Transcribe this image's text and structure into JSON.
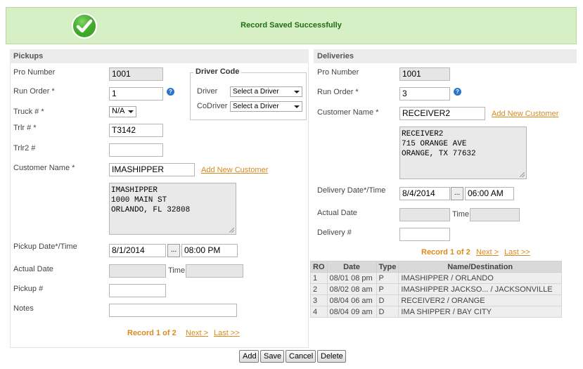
{
  "banner": {
    "message": "Record Saved Successfully"
  },
  "pickups": {
    "title": "Pickups",
    "pro_number": {
      "label": "Pro Number",
      "value": "1001"
    },
    "run_order": {
      "label": "Run Order *",
      "value": "1"
    },
    "truck": {
      "label": "Truck # *",
      "value": "N/A"
    },
    "trlr": {
      "label": "Trlr # *",
      "value": "T3142"
    },
    "trlr2": {
      "label": "Trlr2 #",
      "value": ""
    },
    "customer": {
      "label": "Customer Name *",
      "value": "IMASHIPPER",
      "add_link": "Add New Customer"
    },
    "address": "IMASHIPPER\n1000 MAIN ST\nORLANDO, FL 32808",
    "pickup_dt": {
      "label": "Pickup Date*/Time",
      "date": "8/1/2014",
      "time": "08:00 PM",
      "btn": "..."
    },
    "actual_date": {
      "label": "Actual Date",
      "time_label": "Time"
    },
    "pickup_no": {
      "label": "Pickup #"
    },
    "notes": {
      "label": "Notes"
    },
    "record": {
      "text": "Record 1 of 2",
      "next": "Next >",
      "last": "Last >>"
    }
  },
  "driver_code": {
    "title": "Driver Code",
    "driver": {
      "label": "Driver",
      "value": "Select a Driver"
    },
    "codriver": {
      "label": "CoDriver",
      "value": "Select a Driver"
    }
  },
  "deliveries": {
    "title": "Deliveries",
    "pro_number": {
      "label": "Pro Number",
      "value": "1001"
    },
    "run_order": {
      "label": "Run Order *",
      "value": "3"
    },
    "customer": {
      "label": "Customer Name *",
      "value": "RECEIVER2",
      "add_link": "Add New Customer"
    },
    "address": "RECEIVER2\n715 ORANGE AVE\nORANGE, TX 77632",
    "delivery_dt": {
      "label": "Delivery Date*/Time",
      "date": "8/4/2014",
      "time": "06:00 AM",
      "btn": "..."
    },
    "actual_date": {
      "label": "Actual Date",
      "time_label": "Time"
    },
    "delivery_no": {
      "label": "Delivery #"
    },
    "record": {
      "text": "Record 1 of 2",
      "next": "Next >",
      "last": "Last >>"
    }
  },
  "stops_table": {
    "headers": [
      "RO",
      "Date",
      "Type",
      "Name/Destination"
    ],
    "rows": [
      [
        "1",
        "08/01 08 pm",
        "P",
        "IMASHIPPER / ORLANDO"
      ],
      [
        "2",
        "08/02 08 am",
        "P",
        "IMASHIPPER JACKSO... / JACKSONVILLE"
      ],
      [
        "3",
        "08/04 06 am",
        "D",
        "RECEIVER2 / ORANGE"
      ],
      [
        "4",
        "08/04 09 am",
        "D",
        "IMA SHIPPER / BAY CITY"
      ]
    ]
  },
  "actions": {
    "add": "Add",
    "save": "Save",
    "cancel": "Cancel",
    "delete": "Delete"
  },
  "colors": {
    "banner_bg": "#d6efc4",
    "banner_text": "#1e6e12",
    "link": "#d98a1a",
    "check": "#3fae2a"
  },
  "icons": {
    "success": "checkmark-circle-icon",
    "help": "help-icon",
    "dropdown": "chevron-down-icon"
  }
}
